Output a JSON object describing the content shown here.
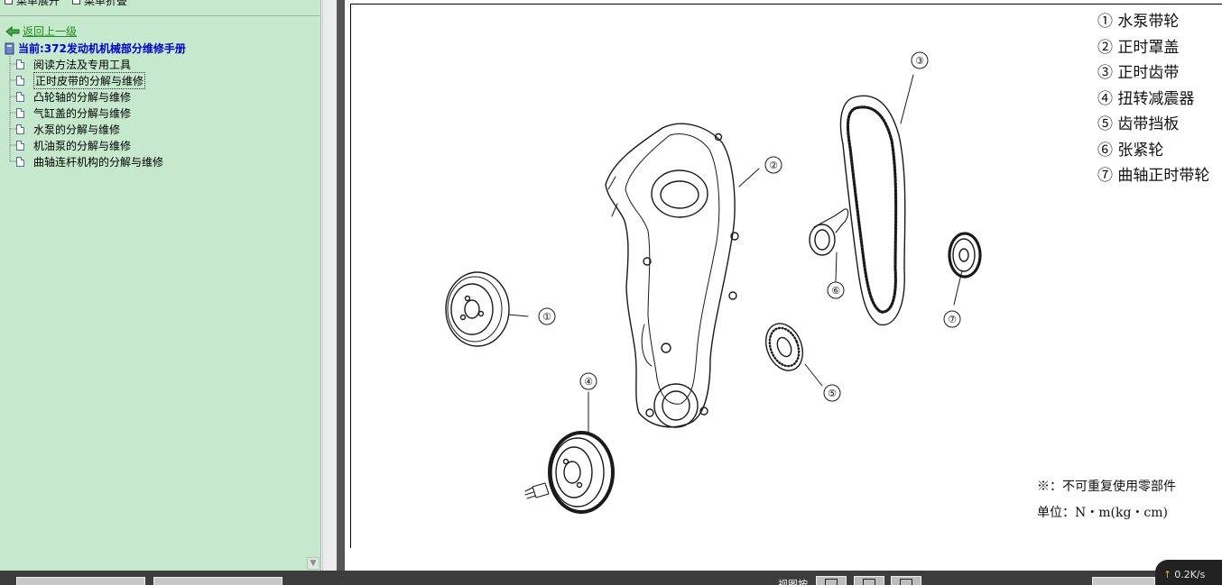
{
  "toolbar": {
    "expand_label": "菜单展开",
    "collapse_label": "菜单折叠"
  },
  "tree": {
    "back_label": "返回上一级",
    "current_label": "当前:372发动机机械部分维修手册",
    "items": [
      {
        "label": "阅读方法及专用工具",
        "selected": false
      },
      {
        "label": "正时皮带的分解与维修",
        "selected": true
      },
      {
        "label": "凸轮轴的分解与维修",
        "selected": false
      },
      {
        "label": "气缸盖的分解与维修",
        "selected": false
      },
      {
        "label": "水泵的分解与维修",
        "selected": false
      },
      {
        "label": "机油泵的分解与维修",
        "selected": false
      },
      {
        "label": "曲轴连杆机构的分解与维修",
        "selected": false
      }
    ]
  },
  "diagram": {
    "callouts": [
      "①",
      "②",
      "③",
      "④",
      "⑤",
      "⑥",
      "⑦"
    ],
    "legend": [
      "① 水泵带轮",
      "② 正时罩盖",
      "③ 正时齿带",
      "④ 扭转减震器",
      "⑤ 齿带挡板",
      "⑥ 张紧轮",
      "⑦ 曲轴正时带轮"
    ],
    "note_reusable": "※：不可重复使用零部件",
    "note_unit": "单位：N・m(kg・cm)"
  },
  "taskbar": {
    "view_label": "视图按",
    "net_speed": "0.2K/s"
  },
  "colors": {
    "tree_bg": "#c6e8cc",
    "link_green": "#1a8f1a",
    "title_blue": "#0000cc",
    "taskbar": "#3d3d3d"
  }
}
